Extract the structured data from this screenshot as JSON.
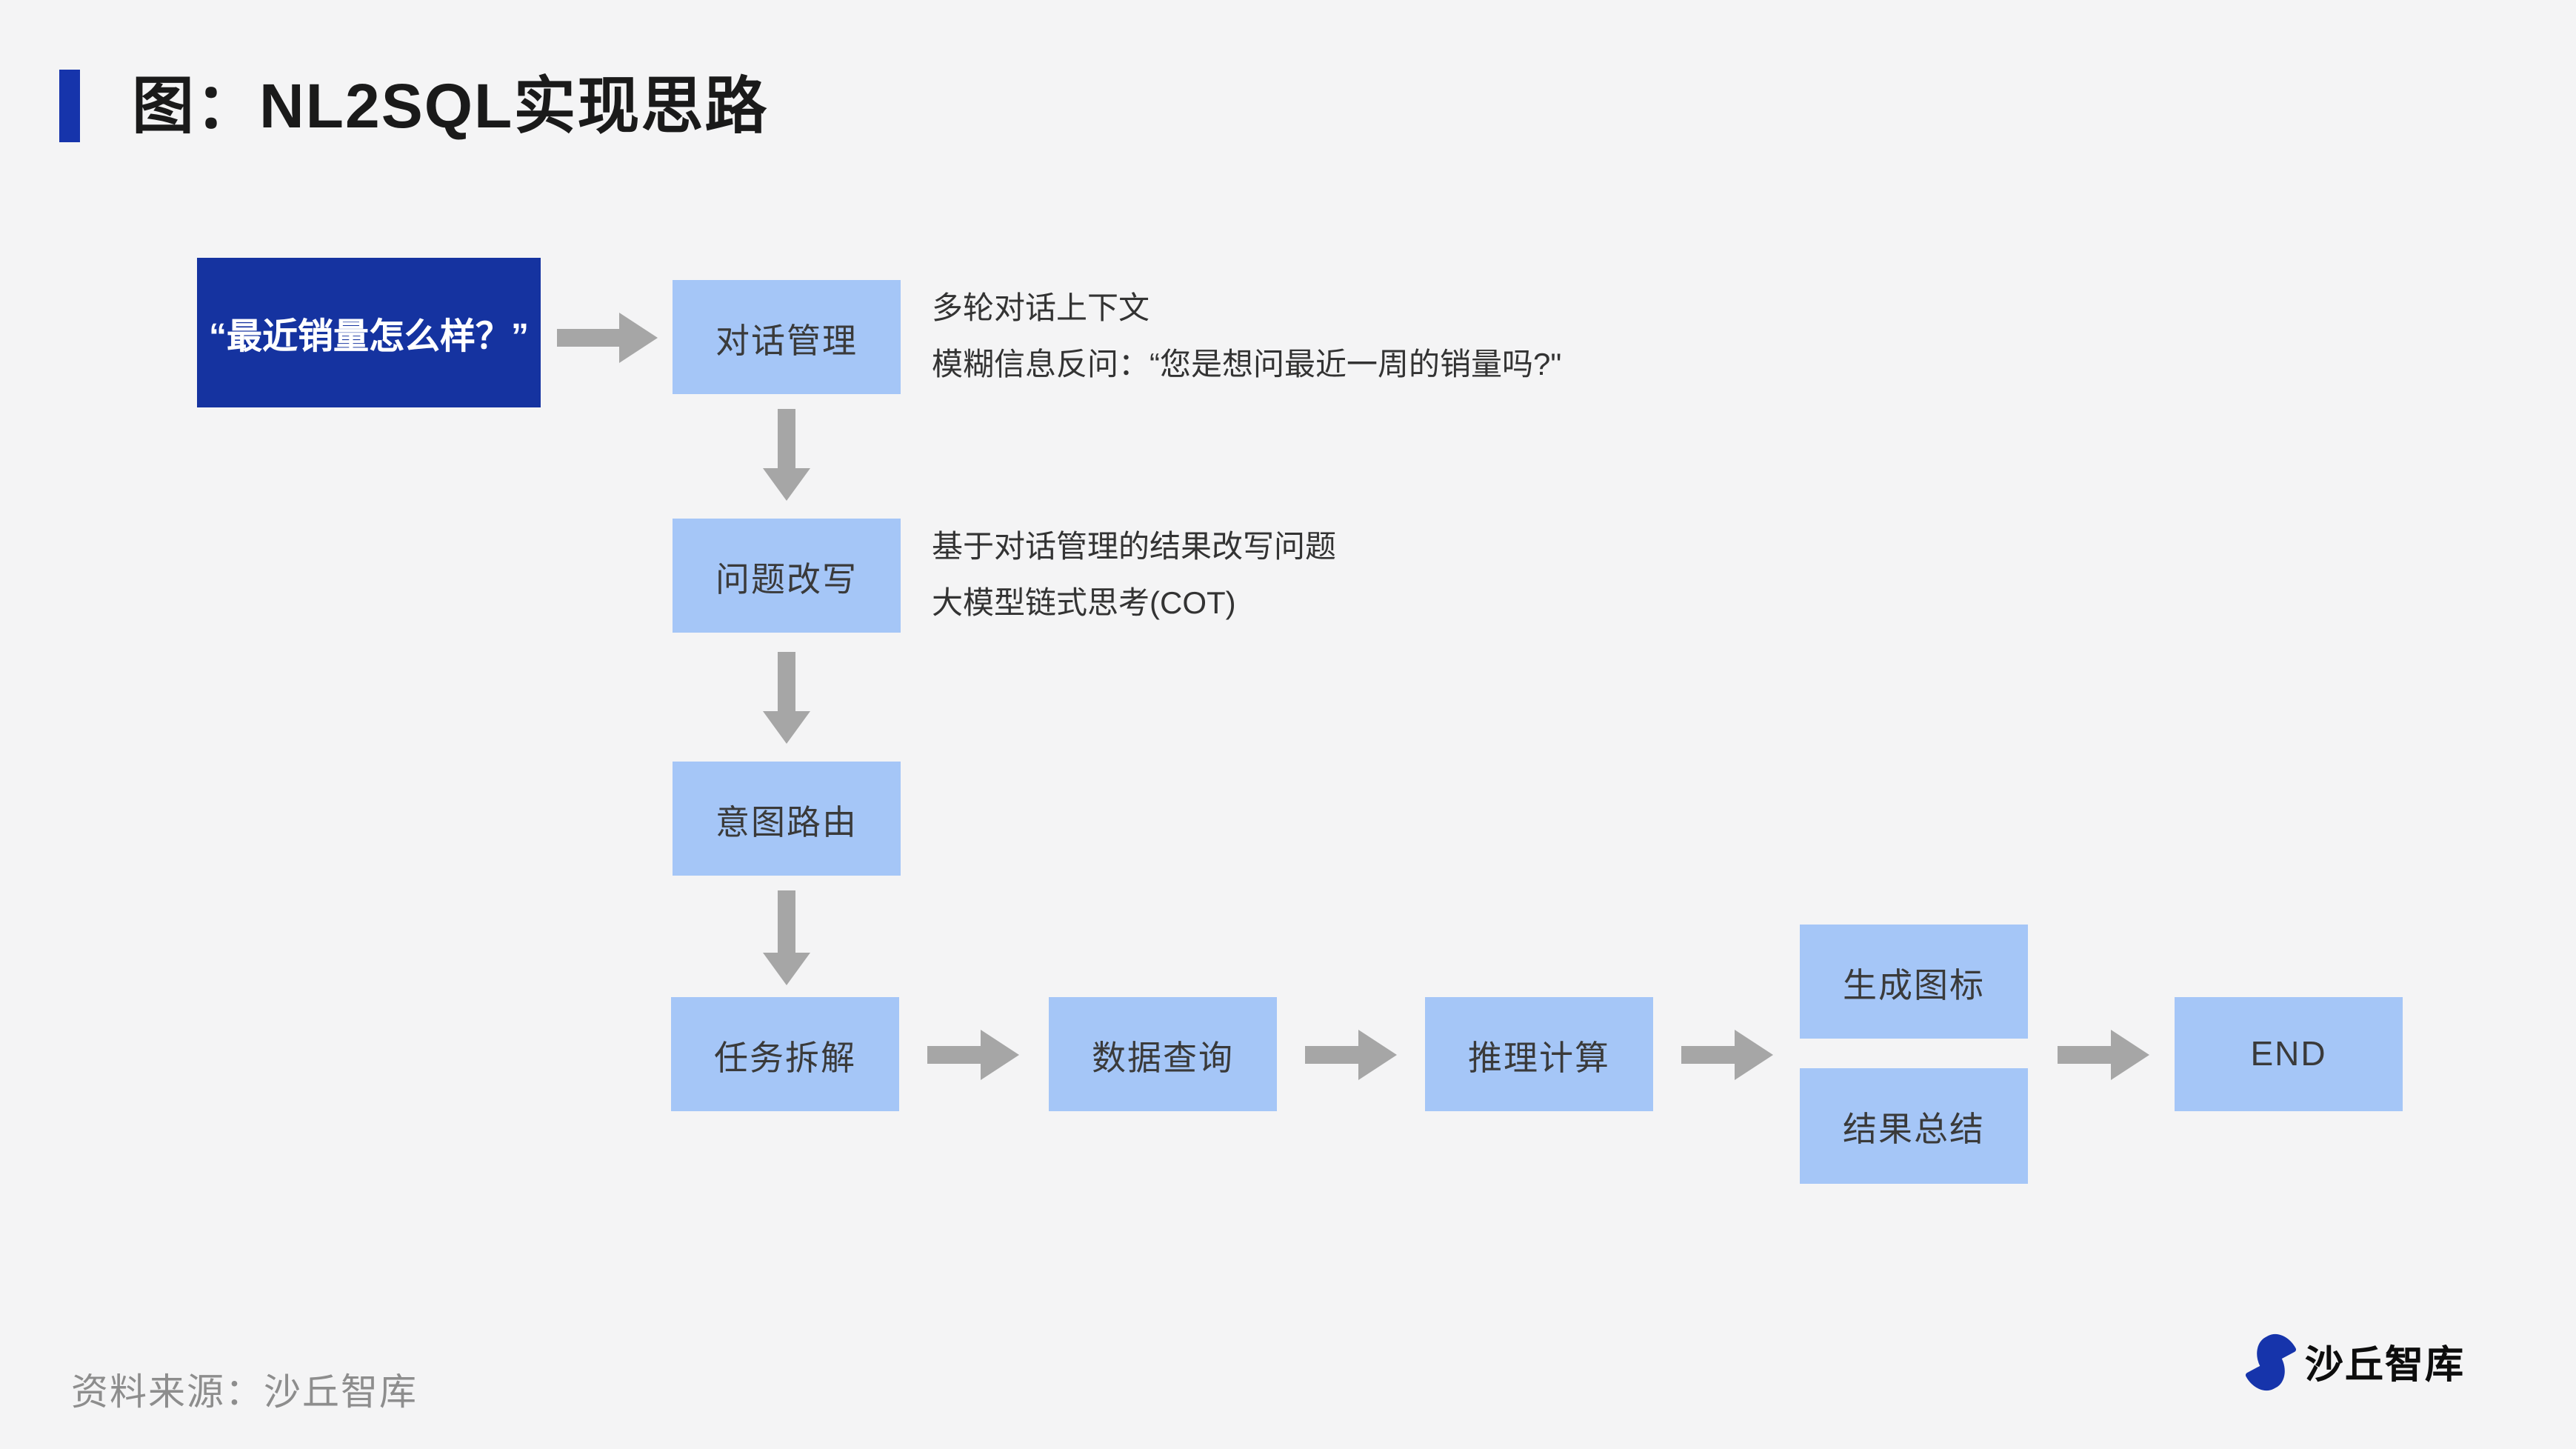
{
  "header": {
    "title": "图：NL2SQL实现思路"
  },
  "flow": {
    "start": {
      "label": "“最近销量怎么样？”"
    },
    "nodes": [
      {
        "id": "dialog-management",
        "label": "对话管理"
      },
      {
        "id": "question-rewrite",
        "label": "问题改写"
      },
      {
        "id": "intent-routing",
        "label": "意图路由"
      },
      {
        "id": "task-decomposition",
        "label": "任务拆解"
      },
      {
        "id": "data-query",
        "label": "数据查询"
      },
      {
        "id": "reasoning-computation",
        "label": "推理计算"
      },
      {
        "id": "chart-generation",
        "label": "生成图标"
      },
      {
        "id": "result-summary",
        "label": "结果总结"
      },
      {
        "id": "end",
        "label": "END"
      }
    ],
    "annotations": [
      {
        "lines": [
          "多轮对话上下文",
          "模糊信息反问：“您是想问最近一周的销量吗?\""
        ]
      },
      {
        "lines": [
          "基于对话管理的结果改写问题",
          "大模型链式思考(COT)"
        ]
      }
    ],
    "colors": {
      "start_bg": "#1533a0",
      "node_bg": "#a5c6f7",
      "arrow": "#a6a6a6",
      "accent": "#1634ab"
    }
  },
  "footer": {
    "source": "资料来源：沙丘智库",
    "brand": "沙丘智库"
  }
}
